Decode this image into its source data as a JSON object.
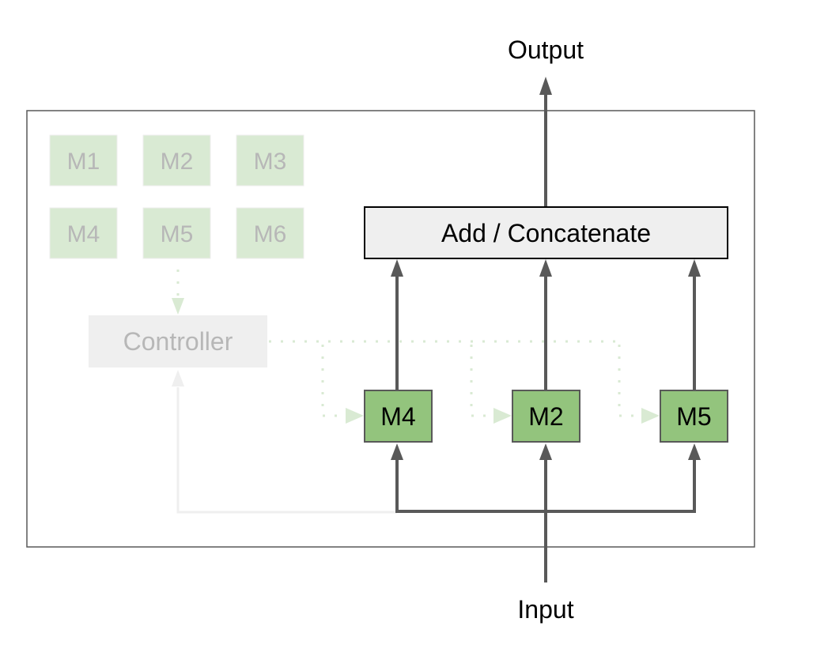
{
  "diagram": {
    "output_label": "Output",
    "input_label": "Input",
    "combiner_label": "Add / Concatenate",
    "controller_label": "Controller",
    "module_pool": [
      "M1",
      "M2",
      "M3",
      "M4",
      "M5",
      "M6"
    ],
    "selected_modules": [
      "M4",
      "M2",
      "M5"
    ],
    "colors": {
      "pool_fill": "#d9ead3",
      "pool_text": "#b7b7b7",
      "selected_fill": "#93c47d",
      "selected_border": "#595959",
      "controller_fill": "#efefef",
      "combiner_fill": "#efefef",
      "arrow": "#595959",
      "dotted": "#d9ead3",
      "feedback": "#efefef",
      "frame": "#595959"
    }
  }
}
